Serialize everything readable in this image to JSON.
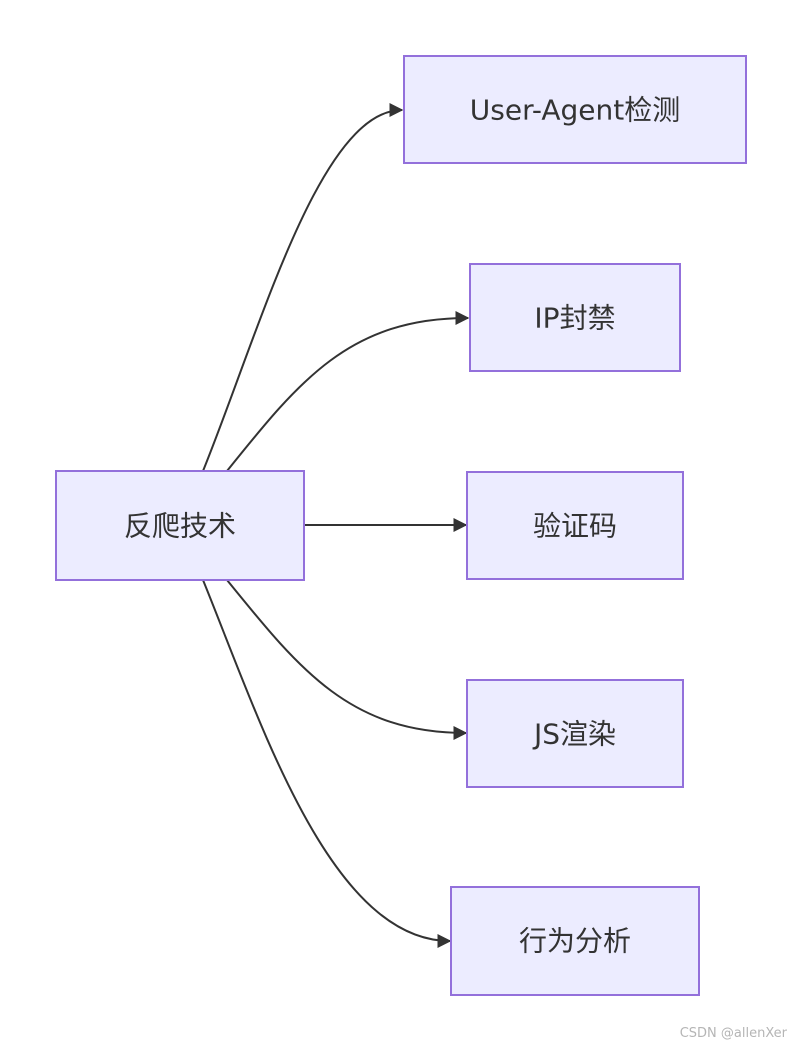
{
  "diagram": {
    "root": {
      "label": "反爬技术"
    },
    "children": [
      {
        "label": "User-Agent检测"
      },
      {
        "label": "IP封禁"
      },
      {
        "label": "验证码"
      },
      {
        "label": "JS渲染"
      },
      {
        "label": "行为分析"
      }
    ]
  },
  "watermark": "CSDN @allenXer",
  "colors": {
    "node_fill": "#ECECFF",
    "node_stroke": "#9370DB",
    "edge": "#333333",
    "text": "#333333"
  }
}
